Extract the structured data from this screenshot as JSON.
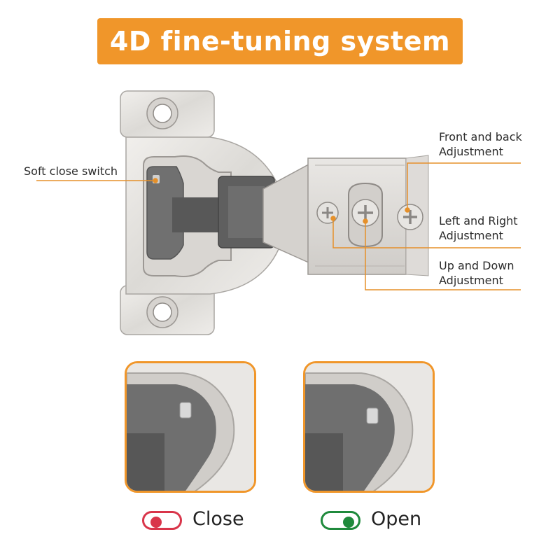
{
  "title": "4D fine-tuning system",
  "callouts": {
    "soft_close": "Soft close switch",
    "front_back": [
      "Front and back",
      "Adjustment"
    ],
    "left_right": [
      "Left and Right",
      "Adjustment"
    ],
    "up_down": [
      "Up and Down",
      "Adjustment"
    ]
  },
  "states": {
    "close": {
      "label": "Close",
      "color": "#d9354a"
    },
    "open": {
      "label": "Open",
      "color": "#1f8a3c"
    }
  },
  "colors": {
    "accent": "#f0962a",
    "metal": "#e3e1de",
    "metal_edge": "#a9a6a2",
    "plastic": "#6b6b6b",
    "callout_line": "#e5902a"
  }
}
